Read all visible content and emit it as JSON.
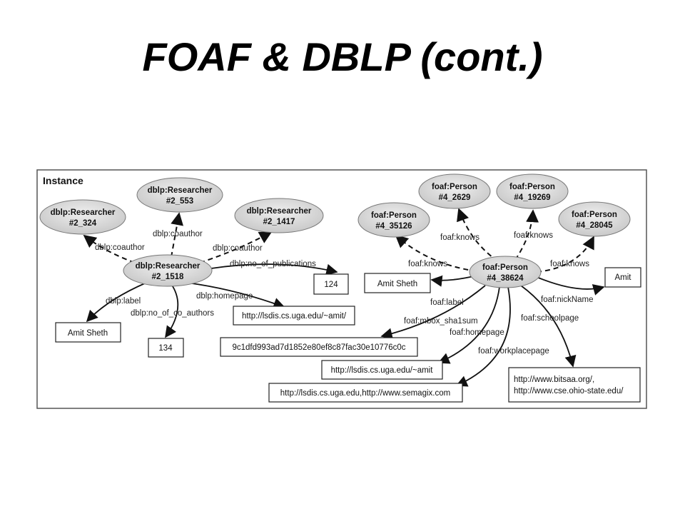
{
  "title": "FOAF & DBLP (cont.)",
  "diagram": {
    "panel_title": "Instance",
    "dblp": {
      "center": {
        "line1": "dblp:Researcher",
        "line2": "#2_1518"
      },
      "r324": {
        "line1": "dblp:Researcher",
        "line2": "#2_324"
      },
      "r553": {
        "line1": "dblp:Researcher",
        "line2": "#2_553"
      },
      "r1417": {
        "line1": "dblp:Researcher",
        "line2": "#2_1417"
      },
      "edges": {
        "coauthor_left": "dblp:coauthor",
        "coauthor_mid": "dblp:coauthor",
        "coauthor_right": "dblp:coauthor",
        "no_of_publications": "dblp:no_of_publications",
        "homepage": "dblp:homepage",
        "label": "dblp:label",
        "no_of_co_authors": "dblp:no_of_co_authors"
      },
      "values": {
        "publications": "124",
        "homepage": "http://lsdis.cs.uga.edu/~amit/",
        "label": "Amit Sheth",
        "co_authors": "134"
      }
    },
    "foaf": {
      "center": {
        "line1": "foaf:Person",
        "line2": "#4_38624"
      },
      "p35126": {
        "line1": "foaf:Person",
        "line2": "#4_35126"
      },
      "p2629": {
        "line1": "foaf:Person",
        "line2": "#4_2629"
      },
      "p19269": {
        "line1": "foaf:Person",
        "line2": "#4_19269"
      },
      "p28045": {
        "line1": "foaf:Person",
        "line2": "#4_28045"
      },
      "edges": {
        "knows_1": "foaf:knows",
        "knows_2": "foaf:knows",
        "knows_3": "foaf:knows",
        "knows_4": "foaf:knows",
        "label": "foaf:label",
        "mbox": "foaf:mbox_sha1sum",
        "homepage": "foaf:homepage",
        "workplace": "foaf:workplacepage",
        "school": "foaf:schoolpage",
        "nick": "foaf:nickName"
      },
      "values": {
        "label": "Amit Sheth",
        "nick": "Amit",
        "mbox": "9c1dfd993ad7d1852e80ef8c87fac30e10776c0c",
        "homepage": "http://lsdis.cs.uga.edu/~amit",
        "workplace": "http://lsdis.cs.uga.edu,http://www.semagix.com",
        "school_1": "http://www.bitsaa.org/,",
        "school_2": "http://www.cse.ohio-state.edu/"
      }
    }
  }
}
